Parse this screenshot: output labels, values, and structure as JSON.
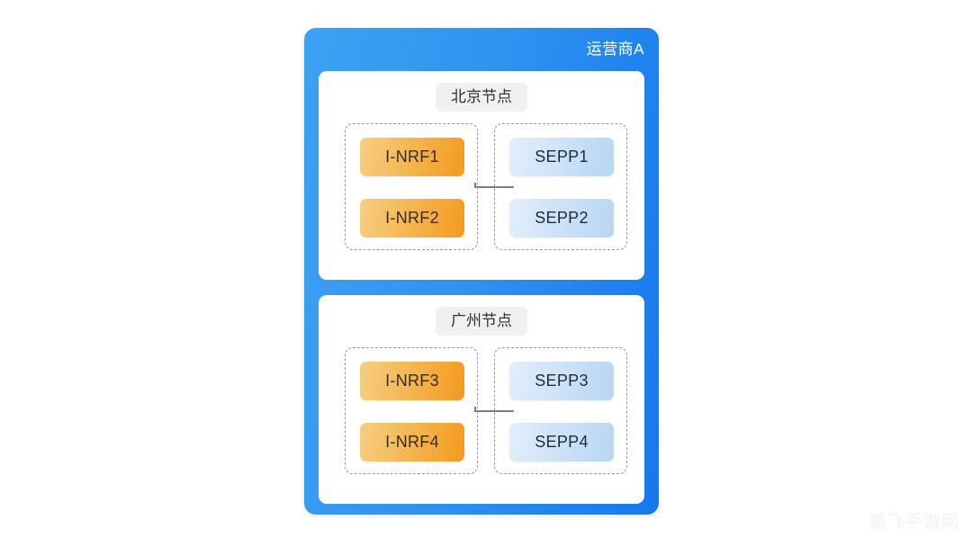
{
  "diagram": {
    "operator": {
      "title": "运营商A",
      "accent_color": "#2f93f0",
      "title_color": "#ffffff"
    },
    "nodes": [
      {
        "id": "beijing",
        "title": "北京节点",
        "groups": [
          {
            "id": "beijing-nrf-group",
            "kind": "nrf",
            "boxes": [
              {
                "label": "I-NRF1"
              },
              {
                "label": "I-NRF2"
              }
            ]
          },
          {
            "id": "beijing-sepp-group",
            "kind": "sepp",
            "boxes": [
              {
                "label": "SEPP1"
              },
              {
                "label": "SEPP2"
              }
            ]
          }
        ]
      },
      {
        "id": "guangzhou",
        "title": "广州节点",
        "groups": [
          {
            "id": "guangzhou-nrf-group",
            "kind": "nrf",
            "boxes": [
              {
                "label": "I-NRF3"
              },
              {
                "label": "I-NRF4"
              }
            ]
          },
          {
            "id": "guangzhou-sepp-group",
            "kind": "sepp",
            "boxes": [
              {
                "label": "SEPP3"
              },
              {
                "label": "SEPP4"
              }
            ]
          }
        ]
      }
    ],
    "colors": {
      "nrf_box": "#f4b854",
      "sepp_box": "#cfe3f8",
      "node_badge_bg": "#eef0f2",
      "dashed_border": "#9a9a9a",
      "connector": "#7a7d82",
      "page_background": "#ffffff"
    }
  },
  "watermark": {
    "text": "鹏飞手游网"
  }
}
